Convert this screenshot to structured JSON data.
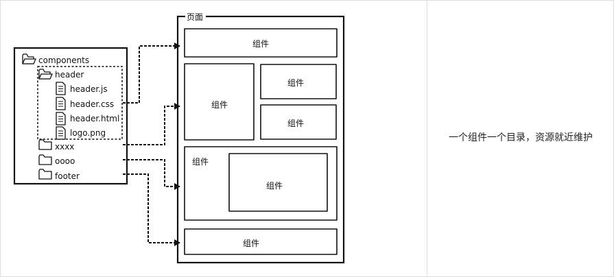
{
  "tree": {
    "root": "components",
    "header_folder": "header",
    "header_files": [
      "header.js",
      "header.css",
      "header.html",
      "logo.png"
    ],
    "other_folders": [
      "xxxx",
      "oooo",
      "footer"
    ]
  },
  "page": {
    "title": "页面",
    "component_label": "组件"
  },
  "caption": "一个组件一个目录，资源就近维护"
}
